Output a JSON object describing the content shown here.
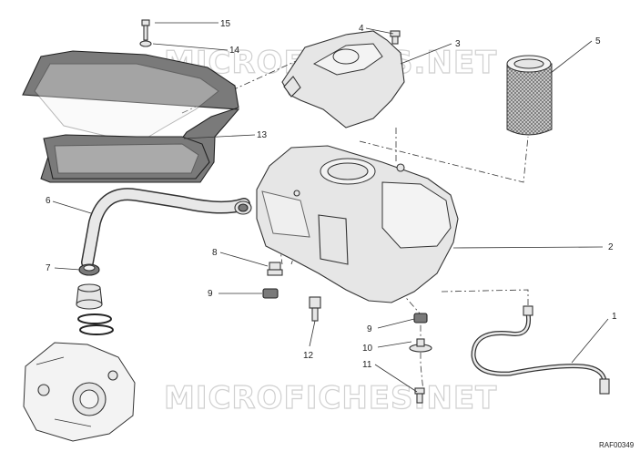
{
  "diagram": {
    "callouts": [
      {
        "id": "c1",
        "label": "1"
      },
      {
        "id": "c2",
        "label": "2"
      },
      {
        "id": "c3",
        "label": "3"
      },
      {
        "id": "c4",
        "label": "4"
      },
      {
        "id": "c5",
        "label": "5"
      },
      {
        "id": "c6",
        "label": "6"
      },
      {
        "id": "c7",
        "label": "7"
      },
      {
        "id": "c8",
        "label": "8"
      },
      {
        "id": "c9a",
        "label": "9"
      },
      {
        "id": "c9b",
        "label": "9"
      },
      {
        "id": "c10",
        "label": "10"
      },
      {
        "id": "c11",
        "label": "11"
      },
      {
        "id": "c12",
        "label": "12"
      },
      {
        "id": "c13",
        "label": "13"
      },
      {
        "id": "c14",
        "label": "14"
      },
      {
        "id": "c15",
        "label": "15"
      }
    ],
    "watermark_top": "MICROFICHES.NET",
    "watermark_bottom": "MICROFICHES.NET",
    "reference_code": "RAF00349"
  }
}
